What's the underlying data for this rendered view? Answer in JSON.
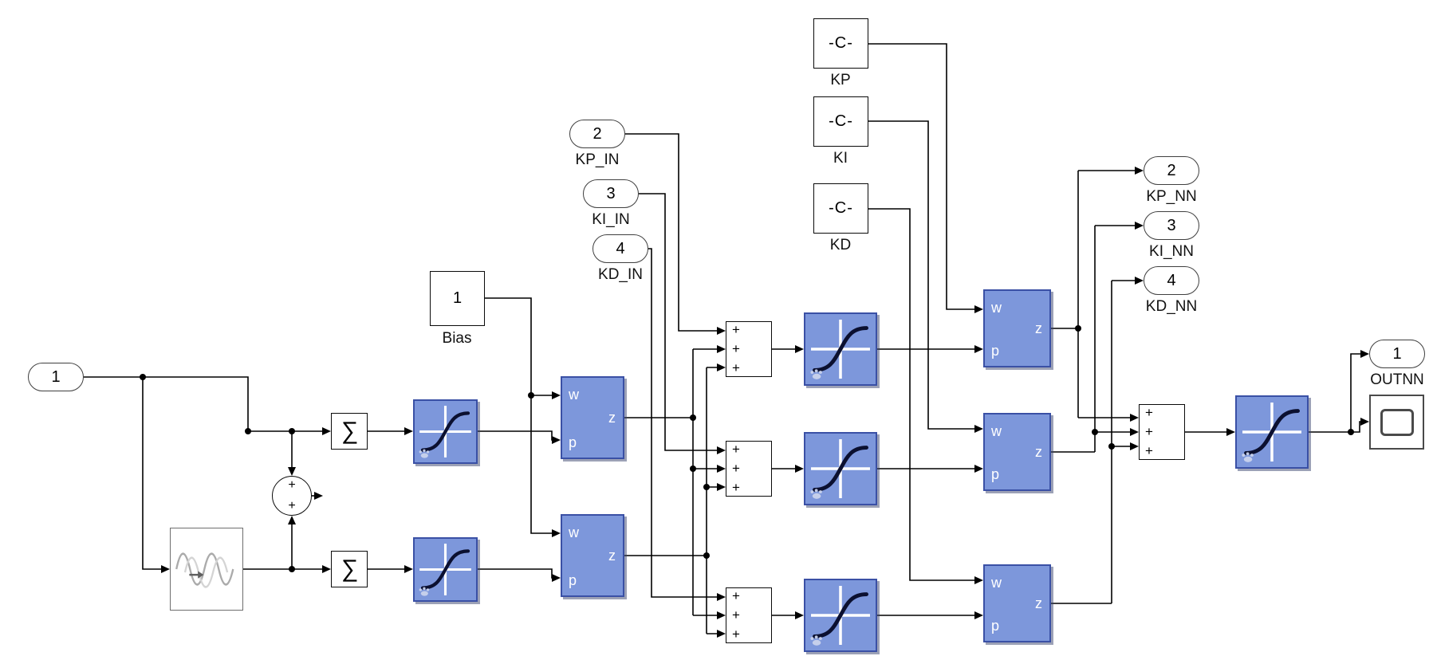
{
  "model": {
    "inports": {
      "main": {
        "num": "1"
      },
      "kp": {
        "num": "2",
        "label": "KP_IN"
      },
      "ki": {
        "num": "3",
        "label": "KI_IN"
      },
      "kd": {
        "num": "4",
        "label": "KD_IN"
      }
    },
    "outports": {
      "kp": {
        "num": "2",
        "label": "KP_NN"
      },
      "ki": {
        "num": "3",
        "label": "KI_NN"
      },
      "kd": {
        "num": "4",
        "label": "KD_NN"
      },
      "main": {
        "num": "1",
        "label": "OUTNN"
      }
    },
    "constants": {
      "bias": {
        "value": "1",
        "label": "Bias"
      },
      "kp": {
        "value": "-C-",
        "label": "KP"
      },
      "ki": {
        "value": "-C-",
        "label": "KI"
      },
      "kd": {
        "value": "-C-",
        "label": "KD"
      }
    },
    "symbols": {
      "sigma": "∑",
      "plus": "+"
    },
    "weight_ports": {
      "w": "w",
      "p": "p",
      "z": "z"
    },
    "colors": {
      "canvas": "#ffffff",
      "wire": "#000000",
      "nn_fill": "#7D97DB",
      "nn_border": "#3A50A5",
      "block_border": "#0a0a0a"
    }
  }
}
